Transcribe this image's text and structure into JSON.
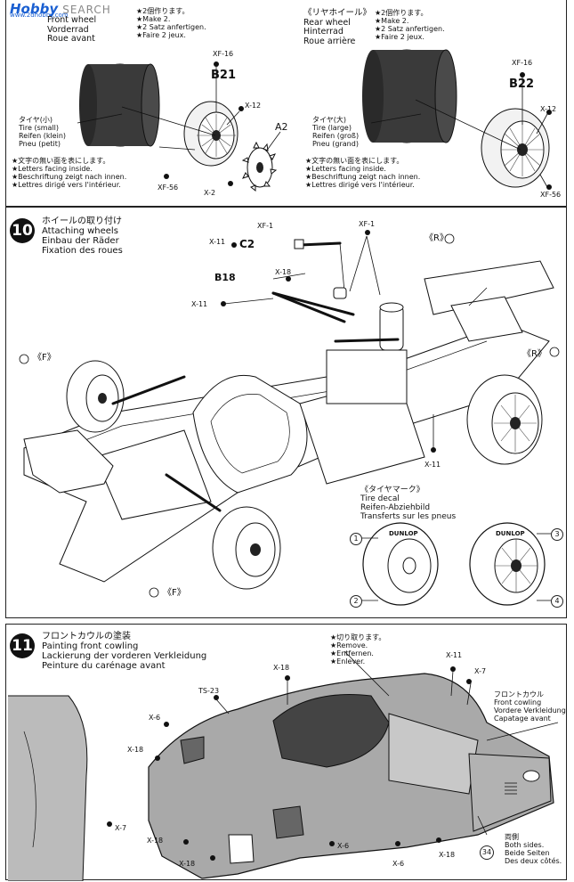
{
  "watermark": {
    "brand_a": "Hobby",
    "brand_b": "SEARCH",
    "site": "www.2dhobby.com"
  },
  "front_wheel": {
    "title_lines": [
      "Front wheel",
      "Vorderrad",
      "Roue avant"
    ],
    "make_lines": [
      "★2個作ります。",
      "★Make 2.",
      "★2 Satz anfertigen.",
      "★Faire 2 jeux."
    ],
    "tire_lines": [
      "タイヤ(小)",
      "Tire (small)",
      "Reifen (klein)",
      "Pneu (petit)"
    ],
    "note_lines": [
      "★文字の無い面を表にします。",
      "★Letters facing inside.",
      "★Beschriftung zeigt nach innen.",
      "★Lettres dirigé vers l'intérieur."
    ],
    "parts": {
      "xf16": "XF-16",
      "b21": "B21",
      "x12": "X-12",
      "a2": "A2",
      "xf56": "XF-56",
      "x2": "X-2"
    }
  },
  "rear_wheel": {
    "title_lines": [
      "《リヤホイール》",
      "Rear wheel",
      "Hinterrad",
      "Roue arrière"
    ],
    "make_lines": [
      "★2個作ります。",
      "★Make 2.",
      "★2 Satz anfertigen.",
      "★Faire 2 jeux."
    ],
    "tire_lines": [
      "タイヤ(大)",
      "Tire (large)",
      "Reifen (groß)",
      "Pneu (grand)"
    ],
    "note_lines": [
      "★文字の無い面を表にします。",
      "★Letters facing inside.",
      "★Beschriftung zeigt nach innen.",
      "★Lettres dirigé vers l'intérieur."
    ],
    "parts": {
      "xf16": "XF-16",
      "b22": "B22",
      "x12": "X-12",
      "xf56": "XF-56"
    }
  },
  "step10": {
    "number": "10",
    "title_lines": [
      "ホイールの取り付け",
      "Attaching wheels",
      "Einbau der Räder",
      "Fixation des roues"
    ],
    "labels": {
      "x11a": "X-11",
      "c2": "C2",
      "xf1a": "XF-1",
      "xf1b": "XF-1",
      "r_top": "《R》",
      "b18": "B18",
      "x18": "X-18",
      "x11b": "X-11",
      "f_left": "《F》",
      "r_right": "《R》",
      "x11c": "X-11",
      "f_bottom": "《F》"
    },
    "decal_lines": [
      "《タイヤマーク》",
      "Tire decal",
      "Reifen-Abziehbild",
      "Transferts sur les pneus"
    ],
    "brand_top": "DUNLOP",
    "brand_bottom": "DUNLOP",
    "decal_numbers": [
      "1",
      "2",
      "3",
      "4"
    ]
  },
  "step11": {
    "number": "11",
    "title_lines": [
      "フロントカウルの塗装",
      "Painting front cowling",
      "Lackierung der vorderen Verkleidung",
      "Peinture du carénage avant"
    ],
    "remove_lines": [
      "★切り取ります。",
      "★Remove.",
      "★Entfernen.",
      "★Enlever."
    ],
    "cowl_lines": [
      "フロントカウル",
      "Front cowling",
      "Vordere Verkleidung",
      "Capatage avant"
    ],
    "sides_lines": [
      "両側",
      "Both sides.",
      "Beide Seiten",
      "Des deux côtés."
    ],
    "decal_num": "34",
    "labels": {
      "x18a": "X-18",
      "x11": "X-11",
      "x7a": "X-7",
      "ts23": "TS-23",
      "x6a": "X-6",
      "x18b": "X-18",
      "x7b": "X-7",
      "x18c": "X-18",
      "x6b": "X-6",
      "x18d": "X-18",
      "x6c": "X-6",
      "x18e": "X-18"
    }
  }
}
